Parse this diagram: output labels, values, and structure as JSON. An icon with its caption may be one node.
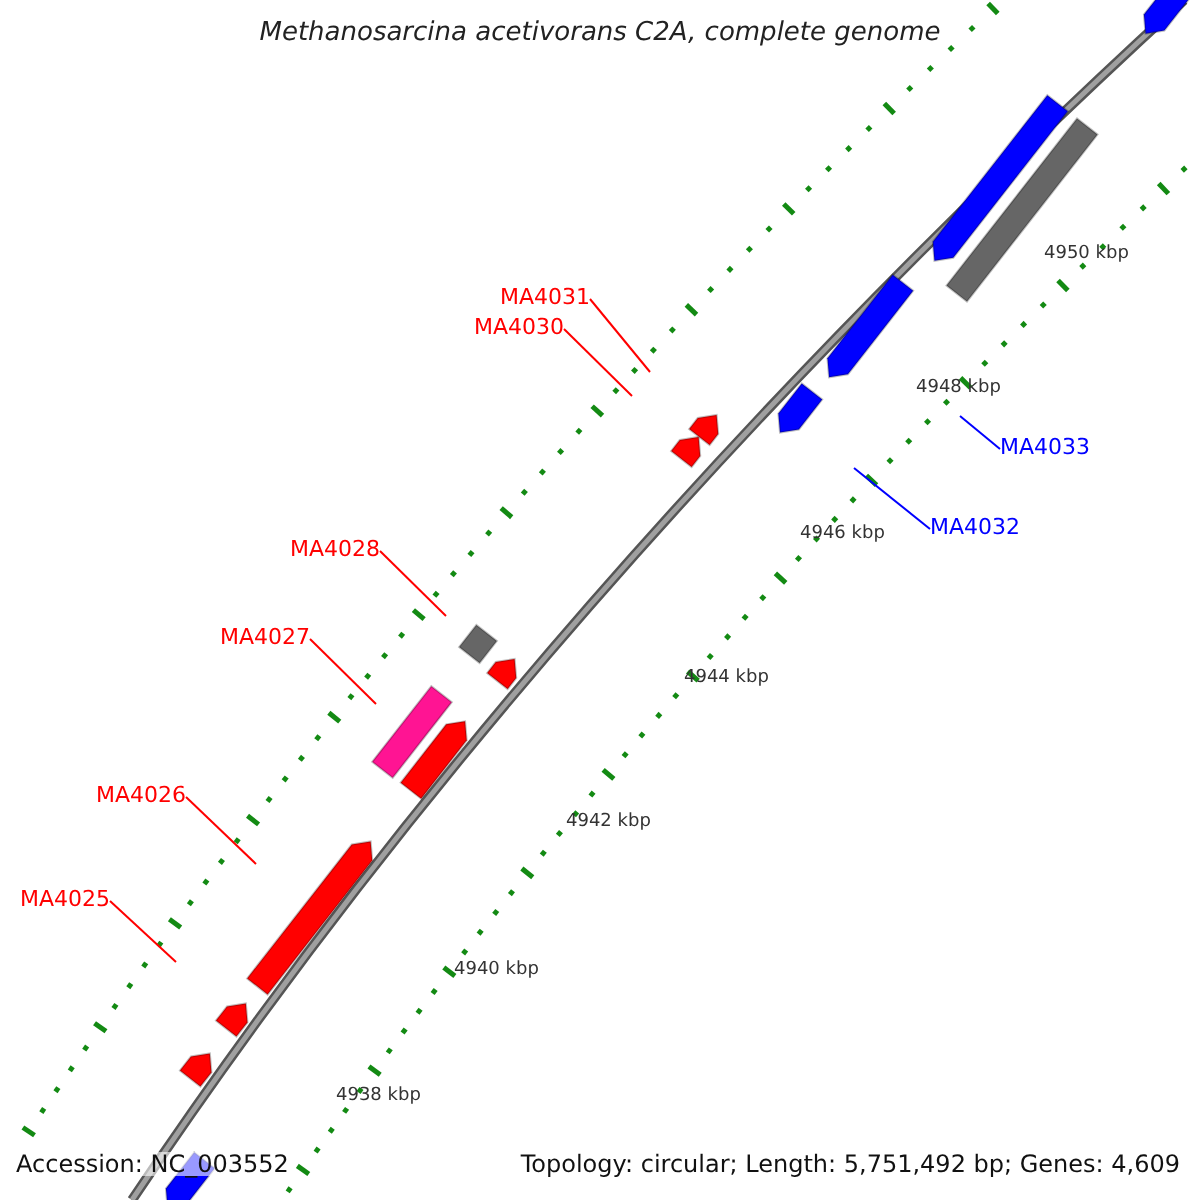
{
  "diagram": {
    "title": "Methanosarcina acetivorans C2A, complete genome",
    "nodes": [
      {
        "text": [
          "MA4031"
        ]
      },
      {
        "text": [
          "MA4030"
        ]
      },
      {
        "text": [
          "MA4028"
        ]
      },
      {
        "text": [
          "MA4027"
        ]
      },
      {
        "text": [
          "MA4026"
        ]
      },
      {
        "text": [
          "MA4025"
        ]
      },
      {
        "text": [
          "MA4033"
        ]
      },
      {
        "text": [
          "MA4032"
        ]
      }
    ],
    "edges": [
      {
        "from": 0,
        "to": null,
        "arrow": "none"
      },
      {
        "from": 1,
        "to": null,
        "arrow": "none"
      },
      {
        "from": 2,
        "to": null,
        "arrow": "none"
      },
      {
        "from": 3,
        "to": null,
        "arrow": "none"
      },
      {
        "from": 4,
        "to": null,
        "arrow": "none"
      },
      {
        "from": 5,
        "to": null,
        "arrow": "none"
      },
      {
        "from": 6,
        "to": null,
        "arrow": "none",
        "color": "#0000ff"
      },
      {
        "from": 7,
        "to": null,
        "arrow": "none",
        "color": "#0000ff"
      }
    ],
    "labels": [
      "4950 kbp",
      "4948 kbp",
      "4946 kbp",
      "4944 kbp",
      "4942 kbp",
      "4940 kbp",
      "4938 kbp",
      "Accession: NC_003552",
      "Topology: circular; Length: 5,751,492 bp; Genes: 4,609"
    ]
  }
}
